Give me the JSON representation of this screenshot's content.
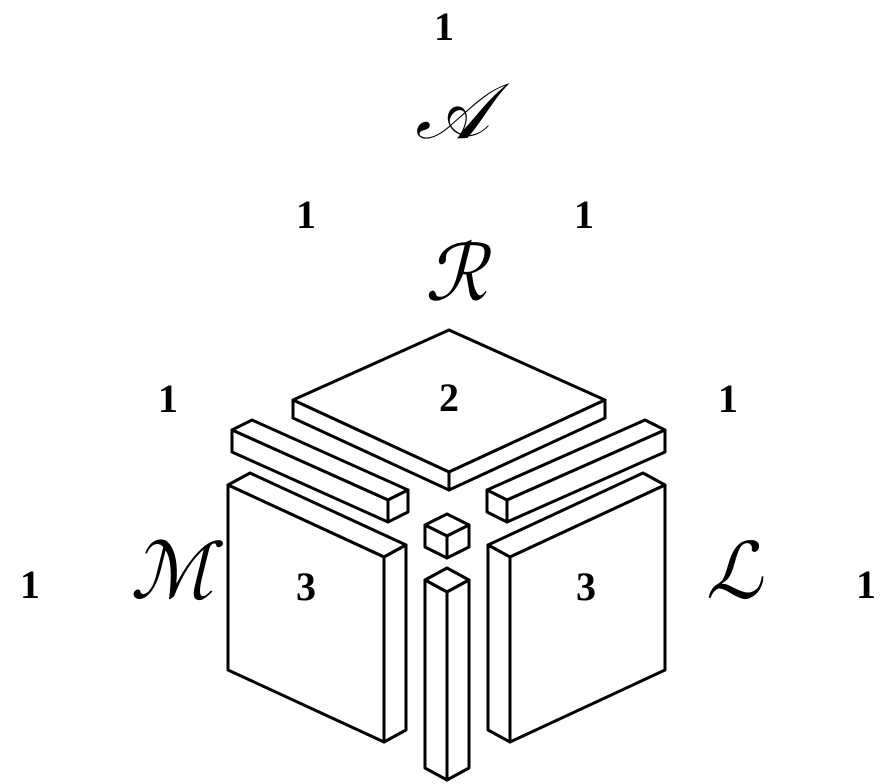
{
  "labels": {
    "A": "𝒜",
    "R": "ℛ",
    "M": "ℳ",
    "L": "ℒ"
  },
  "numbers": {
    "top": "1",
    "upper_left": "1",
    "upper_right": "1",
    "mid_left": "1",
    "mid_right": "1",
    "far_left": "1",
    "far_right": "1",
    "top_plate": "2",
    "left_plate": "3",
    "right_plate": "3"
  },
  "colors": {
    "stroke": "#000000",
    "fill": "#ffffff",
    "background": "#ffffff"
  }
}
